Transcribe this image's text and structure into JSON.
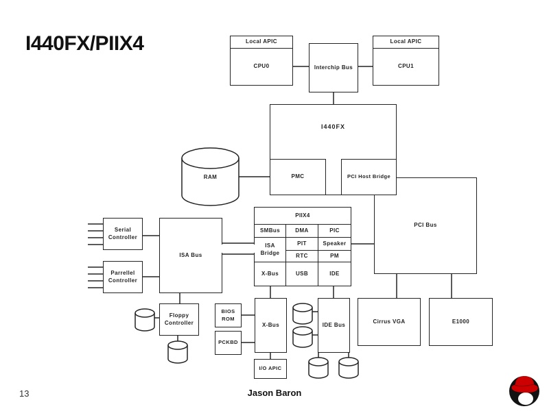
{
  "slide": {
    "title": "I440FX/PIIX4",
    "page_number": "13",
    "footer_author": "Jason Baron",
    "logo_icon": "redhat-shadowman-logo"
  },
  "colors": {
    "background": "#ffffff",
    "line": "#222222",
    "logo_red": "#cc0000",
    "logo_black": "#121212"
  },
  "nodes": {
    "cpu0": {
      "header": "Local APIC",
      "label": "CPU0"
    },
    "cpu1": {
      "header": "Local APIC",
      "label": "CPU1"
    },
    "interchip_bus": {
      "label": "Interchip Bus"
    },
    "i440fx": {
      "label": "I440FX"
    },
    "pmc": {
      "label": "PMC"
    },
    "pci_host_bridge": {
      "label": "PCI Host Bridge"
    },
    "ram": {
      "label": "RAM"
    },
    "pci_bus": {
      "label": "PCI Bus"
    },
    "piix4": {
      "title": "PIIX4",
      "cells": {
        "smbus": "SMBus",
        "dma": "DMA",
        "pic": "PIC",
        "isa_bridge": "ISA Bridge",
        "pit": "PIT",
        "speaker": "Speaker",
        "rtc": "RTC",
        "pm": "PM",
        "xbus": "X-Bus",
        "usb": "USB",
        "ide": "IDE"
      }
    },
    "serial_controller": {
      "label": "Serial Controller"
    },
    "parallel_controller": {
      "label": "Parrellel Controller"
    },
    "isa_bus": {
      "label": "ISA Bus"
    },
    "floppy_controller": {
      "label": "Floppy Controller"
    },
    "bios_rom": {
      "label": "BIOS ROM"
    },
    "pckbd": {
      "label": "PCKBD"
    },
    "xbus_external": {
      "label": "X-Bus"
    },
    "io_apic": {
      "label": "I/O APIC"
    },
    "ide_bus": {
      "label": "IDE Bus"
    },
    "cirrus_vga": {
      "label": "Cirrus VGA"
    },
    "e1000": {
      "label": "E1000"
    }
  }
}
